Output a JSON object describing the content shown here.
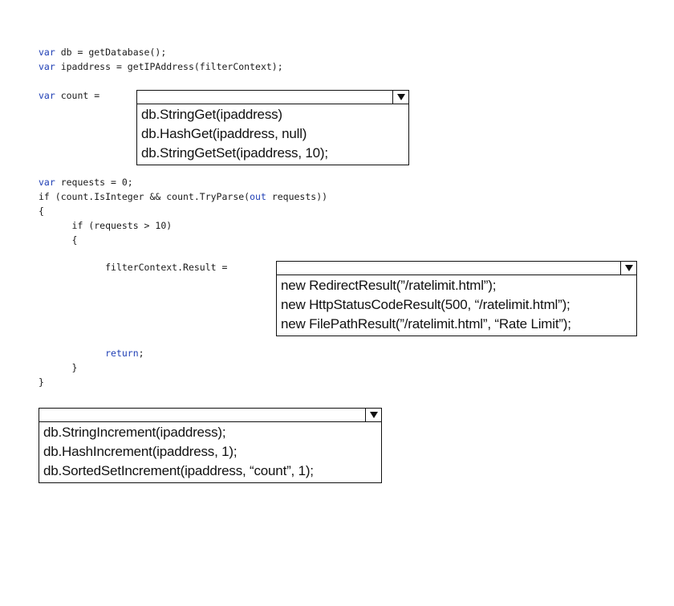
{
  "code": {
    "kw_var": "var",
    "line1_rest": " db = getDatabase();",
    "line2_rest": " ipaddress = getIPAddress(filterContext);",
    "line3_rest": " count =",
    "line4_rest": " requests = 0;",
    "line5_a": "if (count.IsInteger && count.TryParse(",
    "kw_out": "out",
    "line5_b": " requests))",
    "brace_open": "{",
    "line7": "if (requests > 10)",
    "brace_inner_open": "{",
    "line9": "filterContext.Result =",
    "kw_return": "return",
    "line10_rest": ";",
    "brace_inner_close": "}",
    "brace_close": "}"
  },
  "dropdowns": [
    {
      "id": "count-source",
      "selected": "",
      "options": [
        "db.StringGet(ipaddress)",
        "db.HashGet(ipaddress, null)",
        "db.StringGetSet(ipaddress, 10);"
      ]
    },
    {
      "id": "filter-result",
      "selected": "",
      "options": [
        "new RedirectResult(”/ratelimit.html”);",
        "new HttpStatusCodeResult(500, “/ratelimit.html”);",
        "new FilePathResult(”/ratelimit.html”, “Rate Limit”);"
      ]
    },
    {
      "id": "increment-call",
      "selected": "",
      "options": [
        "db.StringIncrement(ipaddress);",
        "db.HashIncrement(ipaddress, 1);",
        "db.SortedSetIncrement(ipaddress, “count”, 1);"
      ]
    }
  ]
}
